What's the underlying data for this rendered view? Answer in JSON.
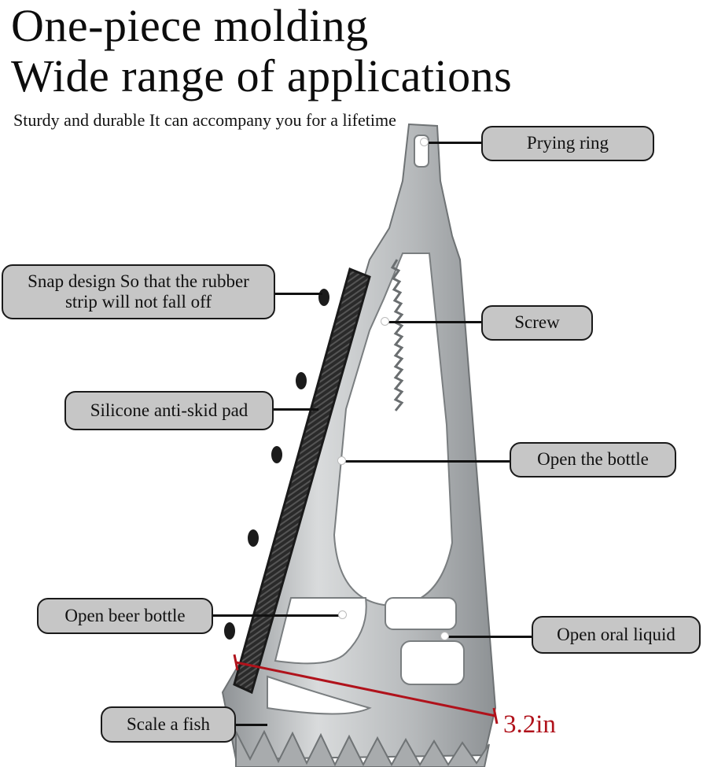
{
  "headline": {
    "line1": "One-piece molding",
    "line2": "Wide range of applications"
  },
  "subheading": "Sturdy and durable It can accompany you for a lifetime",
  "callouts": {
    "prying_ring": "Prying ring",
    "snap_design": "Snap design So that the rubber strip will not fall off",
    "screw": "Screw",
    "silicone_pad": "Silicone anti-skid pad",
    "open_bottle": "Open the bottle",
    "open_beer_bottle": "Open beer bottle",
    "open_oral_liquid": "Open oral liquid",
    "scale_fish": "Scale a fish"
  },
  "measurement": {
    "label": "3.2in",
    "color": "#b0121b"
  },
  "colors": {
    "callout_fill": "#c6c6c6",
    "steel": "#b9bcbe",
    "rubber": "#2b2b2b"
  }
}
